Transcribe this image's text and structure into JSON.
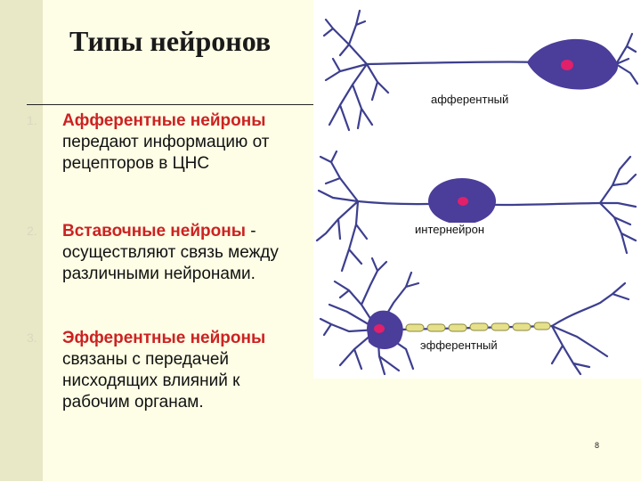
{
  "slide": {
    "title": "Типы нейронов",
    "page_number": "8",
    "items": [
      {
        "num": "1.",
        "head": "Афферентные нейроны",
        "rest": " передают информацию от рецепторов в ЦНС"
      },
      {
        "num": "2.",
        "head": "Вставочные нейроны",
        "rest": " - осуществляют связь между различными нейронами."
      },
      {
        "num": "3.",
        "head": "Эфферентные нейроны",
        "rest": " связаны с передачей нисходящих влияний к рабочим органам."
      }
    ]
  },
  "diagram": {
    "labels": {
      "afferent": "афферентный",
      "interneuron": "интернейрон",
      "efferent": "эфферентный"
    },
    "colors": {
      "soma": "#4b3d9a",
      "nucleus": "#e0206a",
      "axon": "#3d3f8f",
      "myelin": "#e6e08a"
    }
  }
}
